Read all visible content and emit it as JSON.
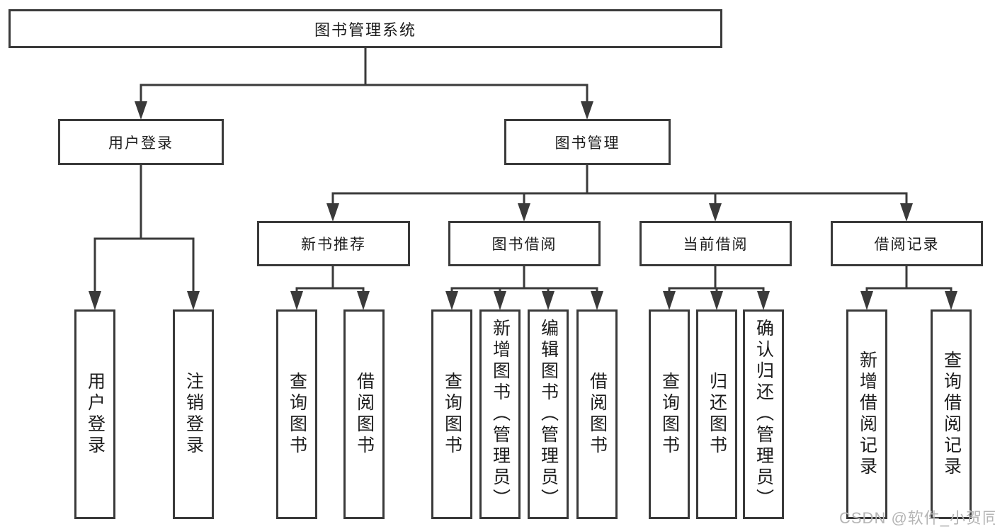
{
  "page": {
    "watermark": "CSDN @软件_小贺同学"
  },
  "colors": {
    "line": "#3a3a3a",
    "box_border": "#3a3a3a",
    "text": "#1c1c1c",
    "background": "#ffffff",
    "watermark": "#b5b5b5"
  },
  "tree": {
    "root": {
      "label": "图书管理系统"
    },
    "branches": [
      {
        "label": "用户登录",
        "children": [
          {
            "label": "用户登录"
          },
          {
            "label": "注销登录"
          }
        ]
      },
      {
        "label": "图书管理",
        "children": [
          {
            "label": "新书推荐",
            "children": [
              {
                "label": "查询图书"
              },
              {
                "label": "借阅图书"
              }
            ]
          },
          {
            "label": "图书借阅",
            "children": [
              {
                "label": "查询图书"
              },
              {
                "label": "新增图书（管理员）"
              },
              {
                "label": "编辑图书（管理员）"
              },
              {
                "label": "借阅图书"
              }
            ]
          },
          {
            "label": "当前借阅",
            "children": [
              {
                "label": "查询图书"
              },
              {
                "label": "归还图书"
              },
              {
                "label": "确认归还（管理员）"
              }
            ]
          },
          {
            "label": "借阅记录",
            "children": [
              {
                "label": "新增借阅记录"
              },
              {
                "label": "查询借阅记录"
              }
            ]
          }
        ]
      }
    ]
  }
}
